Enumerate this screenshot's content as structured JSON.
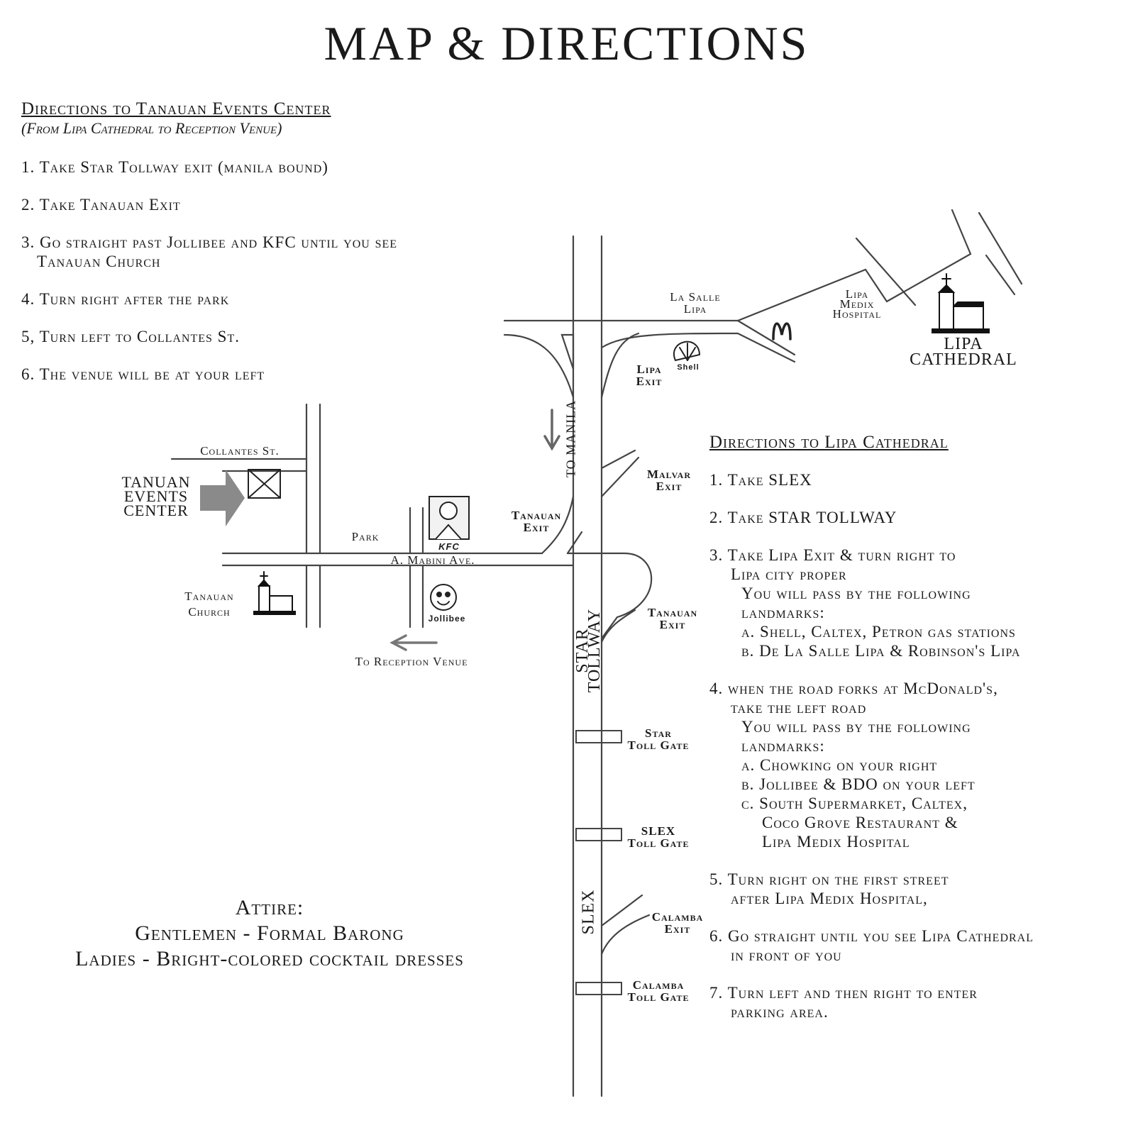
{
  "title": "MAP & DIRECTIONS",
  "left_directions": {
    "heading": "Directions to Tanauan Events Center",
    "subheading": "(From Lipa Cathedral to Reception Venue)",
    "steps": [
      "1. Take Star Tollway exit (manila bound)",
      "2. Take Tanauan Exit",
      "3. Go straight past Jollibee and KFC until you see",
      "Tanauan Church",
      "4. Turn right after the park",
      "5, Turn left to Collantes St.",
      "6. The venue will be at your left"
    ]
  },
  "right_directions": {
    "heading": "Directions to Lipa Cathedral",
    "lines": [
      "1. Take SLEX",
      "2. Take STAR TOLLWAY",
      "3. Take Lipa Exit & turn right to",
      "Lipa city proper",
      "You will pass by the following",
      "landmarks:",
      "a.  Shell, Caltex, Petron gas stations",
      "b.  De La Salle Lipa & Robinson's Lipa",
      "4. when the road forks at McDonald's,",
      "take the left road",
      "You will pass by the following",
      "landmarks:",
      "a.  Chowking on your right",
      "b.  Jollibee & BDO on your left",
      "c. South Supermarket, Caltex,",
      "Coco Grove Restaurant &",
      "Lipa Medix Hospital",
      "5. Turn right on the first street",
      "after Lipa Medix Hospital,",
      "6. Go straight until you see Lipa Cathedral",
      "in front of you",
      "7. Turn left and then right to enter",
      "parking area."
    ]
  },
  "attire": {
    "heading": "Attire:",
    "gentlemen": "Gentlemen - Formal Barong",
    "ladies": "Ladies - Bright-colored cocktail dresses"
  },
  "map_labels": {
    "la_salle_1": "La Salle",
    "la_salle_2": "Lipa",
    "lipa_medix_1": "Lipa",
    "lipa_medix_2": "Medix",
    "lipa_medix_3": "Hospital",
    "lipa_cathedral_1": "LIPA",
    "lipa_cathedral_2": "CATHEDRAL",
    "shell_logo": "Shell",
    "lipa_exit_1": "Lipa",
    "lipa_exit_2": "Exit",
    "to_manila": "TO MANILA",
    "malvar_exit_1": "Malvar",
    "malvar_exit_2": "Exit",
    "tanauan_exit_a_1": "Tanauan",
    "tanauan_exit_a_2": "Exit",
    "tanauan_exit_b_1": "Tanauan",
    "tanauan_exit_b_2": "Exit",
    "star_tollway": "STAR TOLLWAY",
    "star_toll_gate_1": "Star",
    "star_toll_gate_2": "Toll Gate",
    "slex_toll_gate_1": "SLEX",
    "slex_toll_gate_2": "Toll Gate",
    "slex": "SLEX",
    "calamba_exit_1": "Calamba",
    "calamba_exit_2": "Exit",
    "calamba_toll_gate_1": "Calamba",
    "calamba_toll_gate_2": "Toll Gate",
    "collantes_st": "Collantes St.",
    "tanauan_events_1": "TANUAN",
    "tanauan_events_2": "EVENTS",
    "tanauan_events_3": "CENTER",
    "park": "Park",
    "mabini_ave": "A. Mabini Ave.",
    "kfc_logo": "KFC",
    "jollibee_logo": "Jollibee",
    "tanauan_church_1": "Tanauan",
    "tanauan_church_2": "Church",
    "to_reception": "To Reception Venue"
  },
  "colors": {
    "ink": "#1a1a1a",
    "road": "#444444",
    "arrow_gray": "#8a8a8a"
  }
}
